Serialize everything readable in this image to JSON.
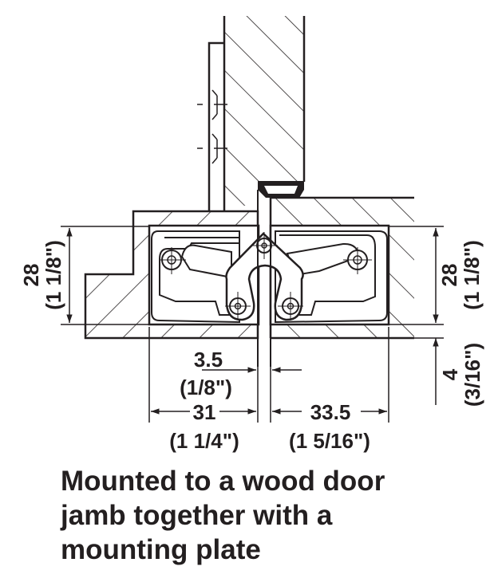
{
  "diagram": {
    "title": "Concealed hinge mounted to wood door jamb with mounting plate — cross-section",
    "colors": {
      "ink": "#231f20",
      "background": "#ffffff"
    },
    "dimensions": {
      "left_height": {
        "metric": "28",
        "imperial": "(1 1/8\")"
      },
      "right_height": {
        "metric": "28",
        "imperial": "(1 1/8\")"
      },
      "right_offset": {
        "metric": "4",
        "imperial": "(3/16\")"
      },
      "gap": {
        "metric": "3.5",
        "imperial": "(1/8\")"
      },
      "left_width": {
        "metric": "31",
        "imperial": "(1 1/4\")"
      },
      "right_width": {
        "metric": "33.5",
        "imperial": "(1 5/16\")"
      }
    },
    "parts": [
      "door-leaf",
      "door-jamb",
      "mounting-plate",
      "hinge-body-left",
      "hinge-body-right",
      "hinge-arm-link",
      "seal-gasket",
      "frame-rebate"
    ]
  },
  "caption": {
    "lines": [
      "Mounted to a wood door",
      "jamb together with a",
      "mounting plate"
    ]
  }
}
